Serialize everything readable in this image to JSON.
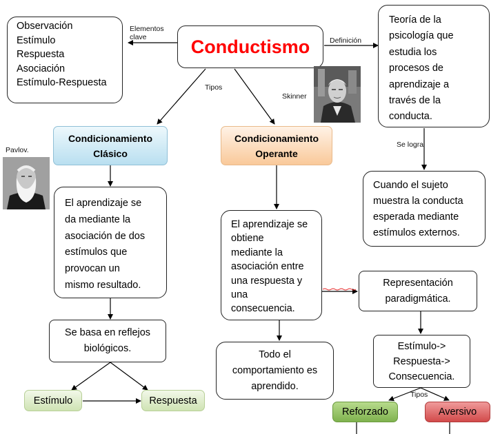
{
  "title": "Conductismo",
  "elementos": {
    "label_lines": [
      "Elementos",
      "clave"
    ],
    "items": [
      "Observación",
      "Estímulo",
      "Respuesta",
      "Asociación",
      "Estímulo-Respuesta"
    ]
  },
  "definicion": {
    "label": "Definición",
    "text_lines": [
      "Teoría de la",
      "psicología que",
      "estudia los",
      "procesos de",
      "aprendizaje a",
      "través de la",
      "conducta."
    ]
  },
  "se_logra": {
    "label": "Se logra",
    "text_lines": [
      "Cuando el sujeto",
      "muestra la conducta",
      "esperada mediante",
      "estímulos externos."
    ]
  },
  "tipos_label": "Tipos",
  "skinner_label": "Skinner",
  "pavlov_label": "Pavlov.",
  "clasico": {
    "header_lines": [
      "Condicionamiento",
      "Clásico"
    ],
    "desc_lines": [
      "El aprendizaje se",
      "da mediante la",
      "asociación de dos",
      "estímulos que",
      "provocan un",
      "mismo resultado."
    ],
    "base_lines": [
      "Se basa en reflejos",
      "biológicos."
    ],
    "estimulo": "Estímulo",
    "respuesta": "Respuesta"
  },
  "operante": {
    "header_lines": [
      "Condicionamiento",
      "Operante"
    ],
    "desc_lines": [
      "El aprendizaje se",
      "obtiene",
      "mediante la",
      "asociación entre",
      "una respuesta y",
      "una",
      "consecuencia."
    ],
    "todo_lines": [
      "Todo el",
      "comportamiento es",
      "aprendido."
    ],
    "representacion_lines": [
      "Representación",
      "paradigmática."
    ],
    "erc_lines": [
      "Estímulo->",
      "Respuesta->",
      "Consecuencia."
    ],
    "tipos_label": "Tipos",
    "reforzado": "Reforzado",
    "aversivo": "Aversivo"
  },
  "colors": {
    "title_red": "#ff0000",
    "blue_header": "#d7eef8",
    "orange_header": "#fde2c8",
    "green_pill": "#d4e6b8",
    "green_dark": "#8fbf5a",
    "red_pill": "#d95b5b"
  }
}
